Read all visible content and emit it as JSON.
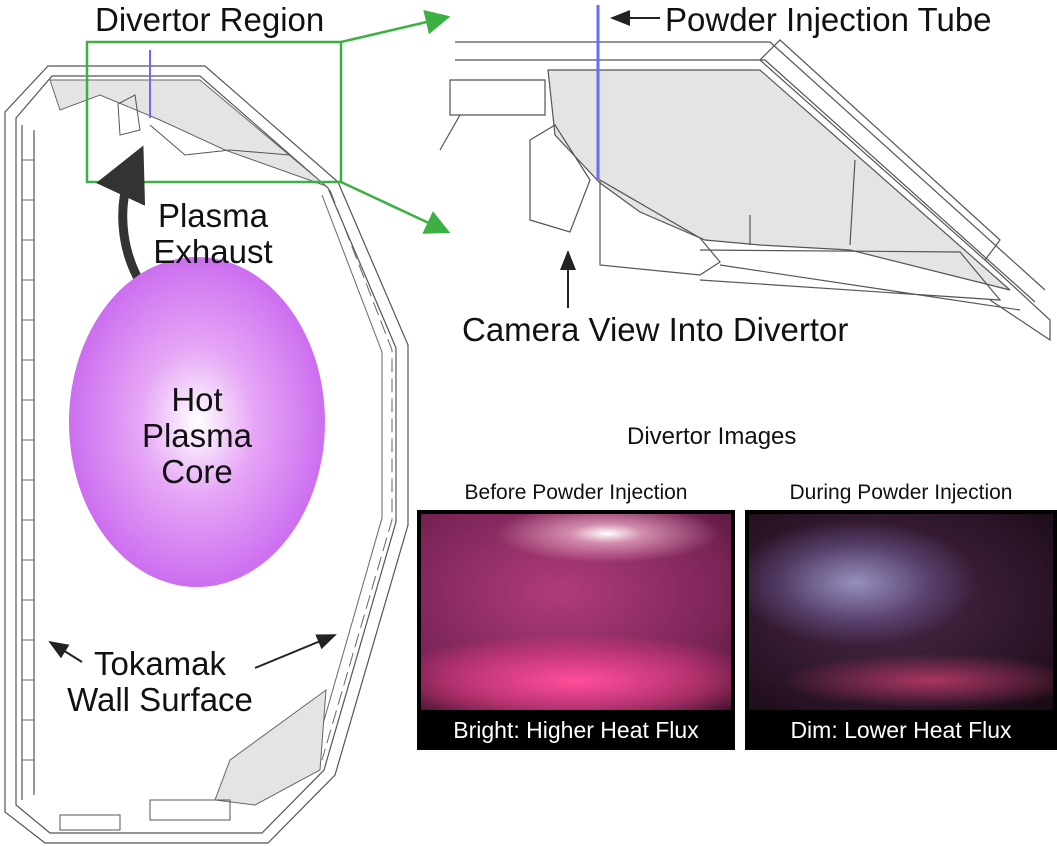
{
  "labels": {
    "divertor_region": "Divertor Region",
    "powder_tube": "Powder Injection Tube",
    "plasma_exhaust": [
      "Plasma",
      "Exhaust"
    ],
    "camera_view": "Camera View Into Divertor",
    "core": [
      "Hot",
      "Plasma",
      "Core"
    ],
    "wall": [
      "Tokamak",
      "Wall Surface"
    ],
    "divertor_images": "Divertor Images"
  },
  "images": [
    {
      "title": "Before Powder Injection",
      "caption": "Bright: Higher Heat Flux"
    },
    {
      "title": "During Powder Injection",
      "caption": "Dim: Lower Heat Flux"
    }
  ],
  "colors": {
    "highlight_box": "#3cb043",
    "tube": "#6a6aff",
    "core": "#d37cf2",
    "fill": "#e4e4e4"
  }
}
